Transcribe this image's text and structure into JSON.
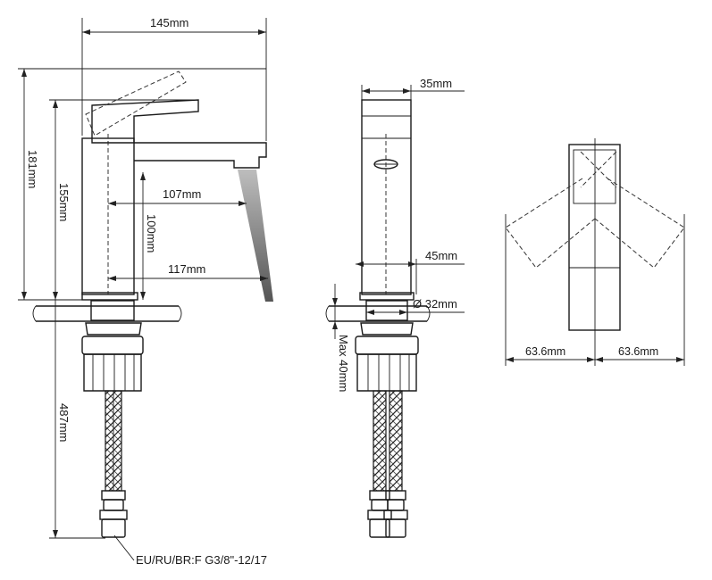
{
  "dimensions": {
    "width_145": "145mm",
    "height_181": "181mm",
    "height_155": "155mm",
    "reach_107": "107mm",
    "height_100": "100mm",
    "reach_117": "117mm",
    "hose_487": "487mm",
    "depth_35": "35mm",
    "depth_45": "45mm",
    "hole_32": "Ø 32mm",
    "max_40": "Max 40mm",
    "swing_left": "63.6mm",
    "swing_right": "63.6mm"
  },
  "connection_label": "EU/RU/BR:F G3/8\"-12/17",
  "colors": {
    "line": "#1a1a1a",
    "background": "#ffffff"
  }
}
